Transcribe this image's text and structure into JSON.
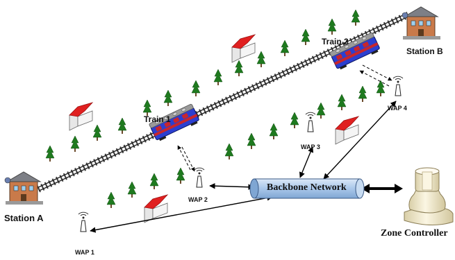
{
  "stations": {
    "a": "Station A",
    "b": "Station B"
  },
  "trains": {
    "train1": "Train 1",
    "train2": "Train 2"
  },
  "access_points": {
    "wap1": "WAP 1",
    "wap2": "WAP 2",
    "wap3": "WAP 3",
    "wap4": "WAP 4"
  },
  "network": {
    "backbone": "Backbone Network",
    "controller": "Zone Controller"
  },
  "colors": {
    "train_body": "#2b3fd0",
    "train_stripe": "#c8262c",
    "tree": "#1f7a1f",
    "house_roof": "#e02020",
    "backbone_fill": "#a9c7ea",
    "controller": "#f2e9c9"
  },
  "icons": [
    "station-building-icon",
    "train-icon",
    "wireless-access-point-icon",
    "tree-icon",
    "house-icon",
    "controller-icon"
  ]
}
